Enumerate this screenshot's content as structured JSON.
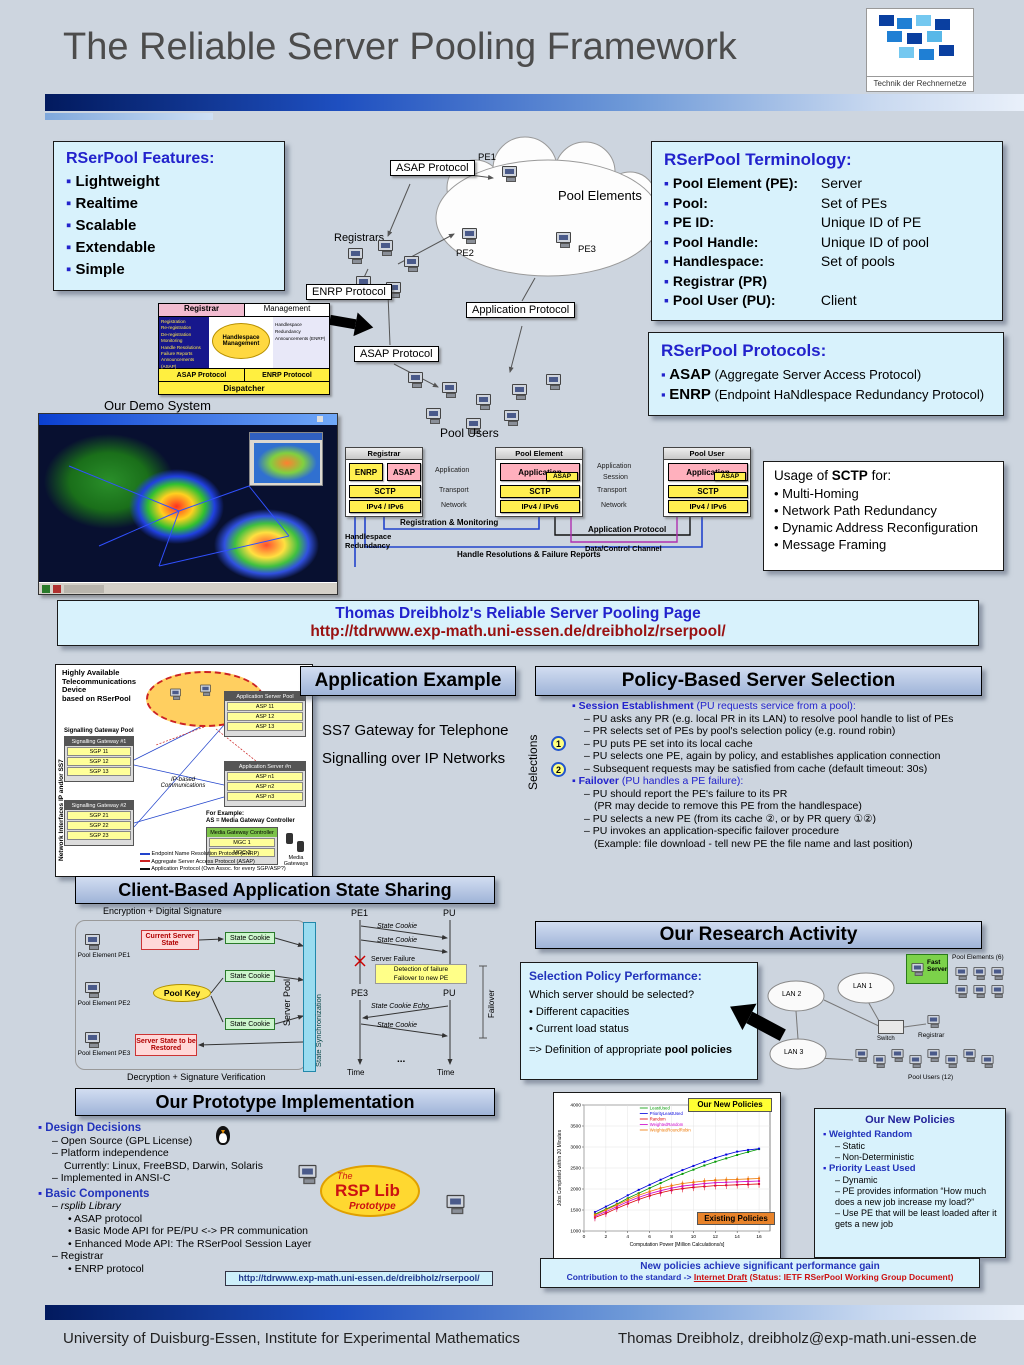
{
  "page": {
    "title": "The Reliable Server Pooling Framework",
    "logo_caption": "Technik der Rechnernetze",
    "footer_left": "University of Duisburg-Essen, Institute for Experimental Mathematics",
    "footer_right": "Thomas Dreibholz, dreibholz@exp-math.uni-essen.de"
  },
  "features": {
    "title": "RSerPool Features:",
    "items": [
      "Lightweight",
      "Realtime",
      "Scalable",
      "Extendable",
      "Simple"
    ]
  },
  "overview": {
    "asap_top": "ASAP Protocol",
    "pool_elements": "Pool Elements",
    "pe1": "PE1",
    "pe2": "PE2",
    "pe3": "PE3",
    "registrars": "Registrars",
    "enrp": "ENRP Protocol",
    "app_protocol": "Application Protocol",
    "asap_bottom": "ASAP Protocol",
    "pool_users": "Pool Users"
  },
  "terminology": {
    "title": "RSerPool Terminology:",
    "items": [
      {
        "term": "Pool Element (PE):",
        "def": "Server"
      },
      {
        "term": "Pool:",
        "def": "Set of PEs"
      },
      {
        "term": "PE ID:",
        "def": "Unique ID of PE"
      },
      {
        "term": "Pool Handle:",
        "def": "Unique ID of pool"
      },
      {
        "term": "Handlespace:",
        "def": "Set of pools"
      },
      {
        "term": "Registrar (PR)",
        "def": ""
      },
      {
        "term": "Pool User (PU):",
        "def": "Client"
      }
    ]
  },
  "protocols": {
    "title": "RSerPool Protocols:",
    "asap_name": "ASAP",
    "asap_desc": "(Aggregate Server Access Protocol)",
    "enrp_name": "ENRP",
    "enrp_desc": "(Endpoint HaNdlespace Redundancy Protocol)"
  },
  "registrar_box": {
    "header_left": "Registrar",
    "header_right": "Management",
    "center_line1": "Handlespace",
    "center_line2": "Management",
    "left_items": [
      "Registration",
      "Re-registration",
      "De-registration",
      "Monitoring",
      "Handle Resolutions",
      "Failure Reports",
      "Announcements (ASAP)"
    ],
    "right_items": [
      "Handlespace Redundancy",
      "Announcements (ENRP)"
    ],
    "asap": "ASAP Protocol",
    "enrp": "ENRP Protocol",
    "dispatcher": "Dispatcher"
  },
  "demo_label": "Our Demo System",
  "stacks": {
    "registrar_title": "Registrar",
    "enrp": "ENRP",
    "asap": "ASAP",
    "sctp": "SCTP",
    "ip": "IPv4 / IPv6",
    "pe_title": "Pool Element",
    "pu_title": "Pool User",
    "application": "Application",
    "layers_left": [
      "Application",
      "Transport",
      "Network"
    ],
    "layers_right": [
      "Application",
      "Session",
      "Transport",
      "Network"
    ],
    "reg_monitoring": "Registration & Monitoring",
    "app_protocol": "Application Protocol",
    "handlespace_red1": "Handlespace",
    "handlespace_red2": "Redundancy",
    "data_control": "Data/Control Channel",
    "handle_res": "Handle Resolutions & Failure Reports"
  },
  "sctp_box": {
    "intro_pre": "Usage of ",
    "intro_bold": "SCTP",
    "intro_post": " for:",
    "items": [
      "Multi-Homing",
      "Network Path Redundancy",
      "Dynamic Address Reconfiguration",
      "Message Framing"
    ]
  },
  "banner": {
    "line1": "Thomas Dreibholz's Reliable Server Pooling Page",
    "line2": "http://tdrwww.exp-math.uni-essen.de/dreibholz/rserpool/"
  },
  "app_example": {
    "header": "Application Example",
    "line1": "SS7 Gateway for Telephone",
    "line2": "Signalling over IP Networks",
    "caption": [
      "Highly Available",
      "Telecommunications",
      "Device",
      "based on RSerPool"
    ],
    "sg_pool": "Signalling Gateway Pool",
    "sg1_title": "Signalling Gateway #1",
    "sg1": [
      "SGP 11",
      "SGP 12",
      "SGP 13"
    ],
    "sg2_title": "Signalling Gateway #2",
    "sg2": [
      "SGP 21",
      "SGP 22",
      "SGP 23"
    ],
    "asp_title": "Application Server Pool",
    "asp": [
      "ASP 11",
      "ASP 12",
      "ASP 13"
    ],
    "asn_title": "Application Server #n",
    "asn": [
      "ASP n1",
      "ASP n2",
      "ASP n3"
    ],
    "ip_comm": "IP-based Communications",
    "side_label": "Network Interfaces IP and/or SS7",
    "example_note1": "For Example:",
    "example_note2": "AS = Media Gateway Controller",
    "mgc_title": "Media Gateway Controller",
    "mgc": [
      "MGC 1",
      "MGC 2"
    ],
    "media_gateways": "Media Gateways",
    "legend": [
      "Endpoint Name Resolution Protocol (ENRP)",
      "Aggregate Server Access Protocol (ASAP)",
      "Application Protocol (Own Assoc. for every SGP/ASP?)"
    ]
  },
  "policy": {
    "header": "Policy-Based Server Selection",
    "side_label": "Selections",
    "marker1": "1",
    "marker2": "2",
    "session_title_bold": "Session Establishment",
    "session_title_rest": " (PU requests service from a pool):",
    "session_items": [
      "PU asks any PR (e.g. local PR in its LAN) to resolve pool handle to list of PEs",
      "PR selects set of PEs by pool's selection policy (e.g. round robin)",
      "PU puts PE set into its local cache",
      "PU selects one PE, again by policy, and establishes application connection",
      "Subsequent requests may be satisfied from cache (default timeout: 30s)"
    ],
    "failover_title_bold": "Failover",
    "failover_title_rest": " (PU handles a PE failure):",
    "failover_items": [
      "PU should report the PE's failure to its PR",
      "(PR may decide to remove this PE from the handlespace)",
      "PU selects a new PE (from its cache ②, or by PR query ①②)",
      "PU invokes an application-specific failover procedure",
      "(Example: file download - tell new PE the file name and last position)"
    ]
  },
  "state_sharing": {
    "header": "Client-Based Application State Sharing",
    "encryption": "Encryption + Digital Signature",
    "current_state": "Current Server State",
    "state_cookie": "State Cookie",
    "pool_key": "Pool Key",
    "server_pool": "Server Pool",
    "state_sync": "State Synchronization",
    "pe1": "Pool Element PE1",
    "pe2": "Pool Element PE2",
    "pe3": "Pool Element PE3",
    "restore": "Server State to be Restored",
    "decryption": "Decryption + Signature Verification",
    "seq_pe1": "PE1",
    "seq_pu1": "PU",
    "seq_pe3": "PE3",
    "seq_pu2": "PU",
    "server_failure": "Server Failure",
    "detection1": "Detection of failure",
    "detection2": "Failover to new PE",
    "cookie_echo": "State Cookie Echo",
    "failover": "Failover",
    "time1": "Time",
    "time2": "Time",
    "dots": "..."
  },
  "research": {
    "header": "Our Research Activity",
    "box_title": "Selection Policy Performance:",
    "question": "Which server should be selected?",
    "items": [
      "Different capacities",
      "Current load status"
    ],
    "conclusion_pre": "=> Definition of appropriate ",
    "conclusion_bold": "pool policies",
    "lan1": "LAN 1",
    "lan2": "LAN 2",
    "lan3": "LAN 3",
    "fast_server": "Fast Server",
    "pool_elements": "Pool Elements  (6)",
    "switch": "Switch",
    "registrar": "Registrar",
    "pool_users": "Pool Users (12)"
  },
  "prototype": {
    "header": "Our Prototype Implementation",
    "design_title": "Design Decisions",
    "design_items": [
      "Open Source (GPL License)",
      "Platform independence",
      "Currently: Linux, FreeBSD, Darwin, Solaris",
      "Implemented in ANSI-C"
    ],
    "components_title": "Basic Components",
    "rsplib_item": "rsplib Library",
    "rsplib_sub": [
      "ASAP protocol",
      "Basic Mode API for PE/PU <-> PR communication",
      "Enhanced Mode API: The RSerPool Session Layer"
    ],
    "registrar_item": "Registrar",
    "registrar_sub": [
      "ENRP protocol"
    ],
    "logo_the": "The",
    "logo_name": "RSP Lib",
    "logo_sub": "Prototype",
    "url": "http://tdrwww.exp-math.uni-essen.de/dreibholz/rserpool/"
  },
  "new_policies_box": {
    "title": "Our New Policies",
    "wr_title": "Weighted Random",
    "wr_items": [
      "Static",
      "Non-Deterministic"
    ],
    "plu_title": "Priority Least Used",
    "plu_items": [
      "Dynamic",
      "PE provides information “How much does a new job increase my load?”",
      "Use PE that will be least loaded after it gets a new job"
    ]
  },
  "result": {
    "line1": "New policies achieve significant performance gain",
    "line2_pre": "Contribution to the standard -> ",
    "line2_link": "Internet Draft",
    "line2_post": " (Status: IETF RSerPool Working Group Document)"
  },
  "chart_data": {
    "type": "line",
    "title": "",
    "xlabel": "Computation Power [Million Calculations/s]",
    "ylabel": "Jobs Completed within 20 Minutes",
    "xlim": [
      0,
      17
    ],
    "ylim": [
      1000,
      4000
    ],
    "xticks": [
      0,
      2,
      4,
      6,
      8,
      10,
      12,
      14,
      16
    ],
    "yticks": [
      1000,
      1500,
      2000,
      2500,
      3000,
      3500,
      4000
    ],
    "grid": true,
    "legend_position": "top-center",
    "x": [
      1,
      2,
      3,
      4,
      5,
      6,
      7,
      8,
      9,
      10,
      11,
      12,
      13,
      14,
      15,
      16
    ],
    "series": [
      {
        "name": "LeastUsed",
        "color": "#009900",
        "values": [
          1400,
          1520,
          1640,
          1780,
          1900,
          2020,
          2140,
          2260,
          2360,
          2460,
          2560,
          2650,
          2730,
          2810,
          2880,
          2950
        ]
      },
      {
        "name": "PriorityLeastUsed",
        "color": "#0000dd",
        "values": [
          1450,
          1580,
          1710,
          1850,
          1980,
          2100,
          2220,
          2340,
          2450,
          2550,
          2650,
          2740,
          2820,
          2890,
          2930,
          2960
        ]
      },
      {
        "name": "Random",
        "color": "#dd0000",
        "err": 90,
        "values": [
          1320,
          1420,
          1540,
          1650,
          1750,
          1840,
          1910,
          1970,
          2010,
          2040,
          2060,
          2080,
          2090,
          2100,
          2110,
          2120
        ]
      },
      {
        "name": "WeightedRandom",
        "color": "#cc00cc",
        "err": 100,
        "values": [
          1350,
          1460,
          1580,
          1700,
          1800,
          1890,
          1960,
          2020,
          2070,
          2100,
          2130,
          2150,
          2160,
          2170,
          2180,
          2190
        ]
      },
      {
        "name": "WeightedRoundRobin",
        "color": "#ee7700",
        "err": 70,
        "values": [
          1380,
          1500,
          1620,
          1740,
          1850,
          1940,
          2020,
          2080,
          2130,
          2160,
          2190,
          2210,
          2220,
          2230,
          2240,
          2250
        ]
      }
    ],
    "annotations": [
      {
        "text": "Our New Policies",
        "bg": "#ffff33"
      },
      {
        "text": "Existing Policies",
        "bg": "#e8832a"
      }
    ]
  }
}
